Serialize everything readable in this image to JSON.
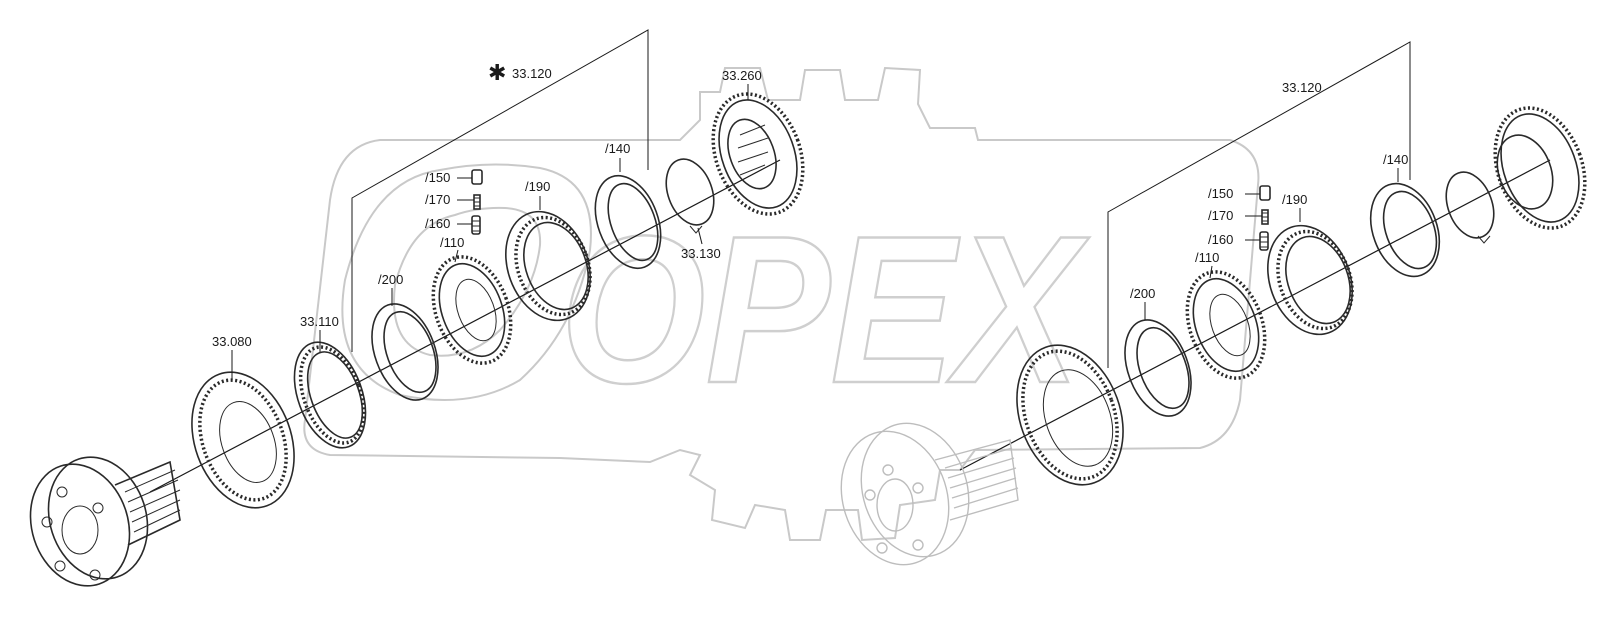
{
  "diagram": {
    "star_mark": "✱",
    "watermark": {
      "text": "OPEX"
    },
    "left_assembly": {
      "group_label": "33.120",
      "labels": {
        "p080": "33.080",
        "p110_main": "33.110",
        "p200": "/200",
        "p110": "/110",
        "p160": "/160",
        "p170": "/170",
        "p150": "/150",
        "p190": "/190",
        "p140": "/140",
        "p130": "33.130",
        "p260": "33.260"
      }
    },
    "right_assembly": {
      "group_label": "33.120",
      "labels": {
        "p200": "/200",
        "p110": "/110",
        "p160": "/160",
        "p170": "/170",
        "p150": "/150",
        "p190": "/190",
        "p140": "/140"
      }
    }
  }
}
